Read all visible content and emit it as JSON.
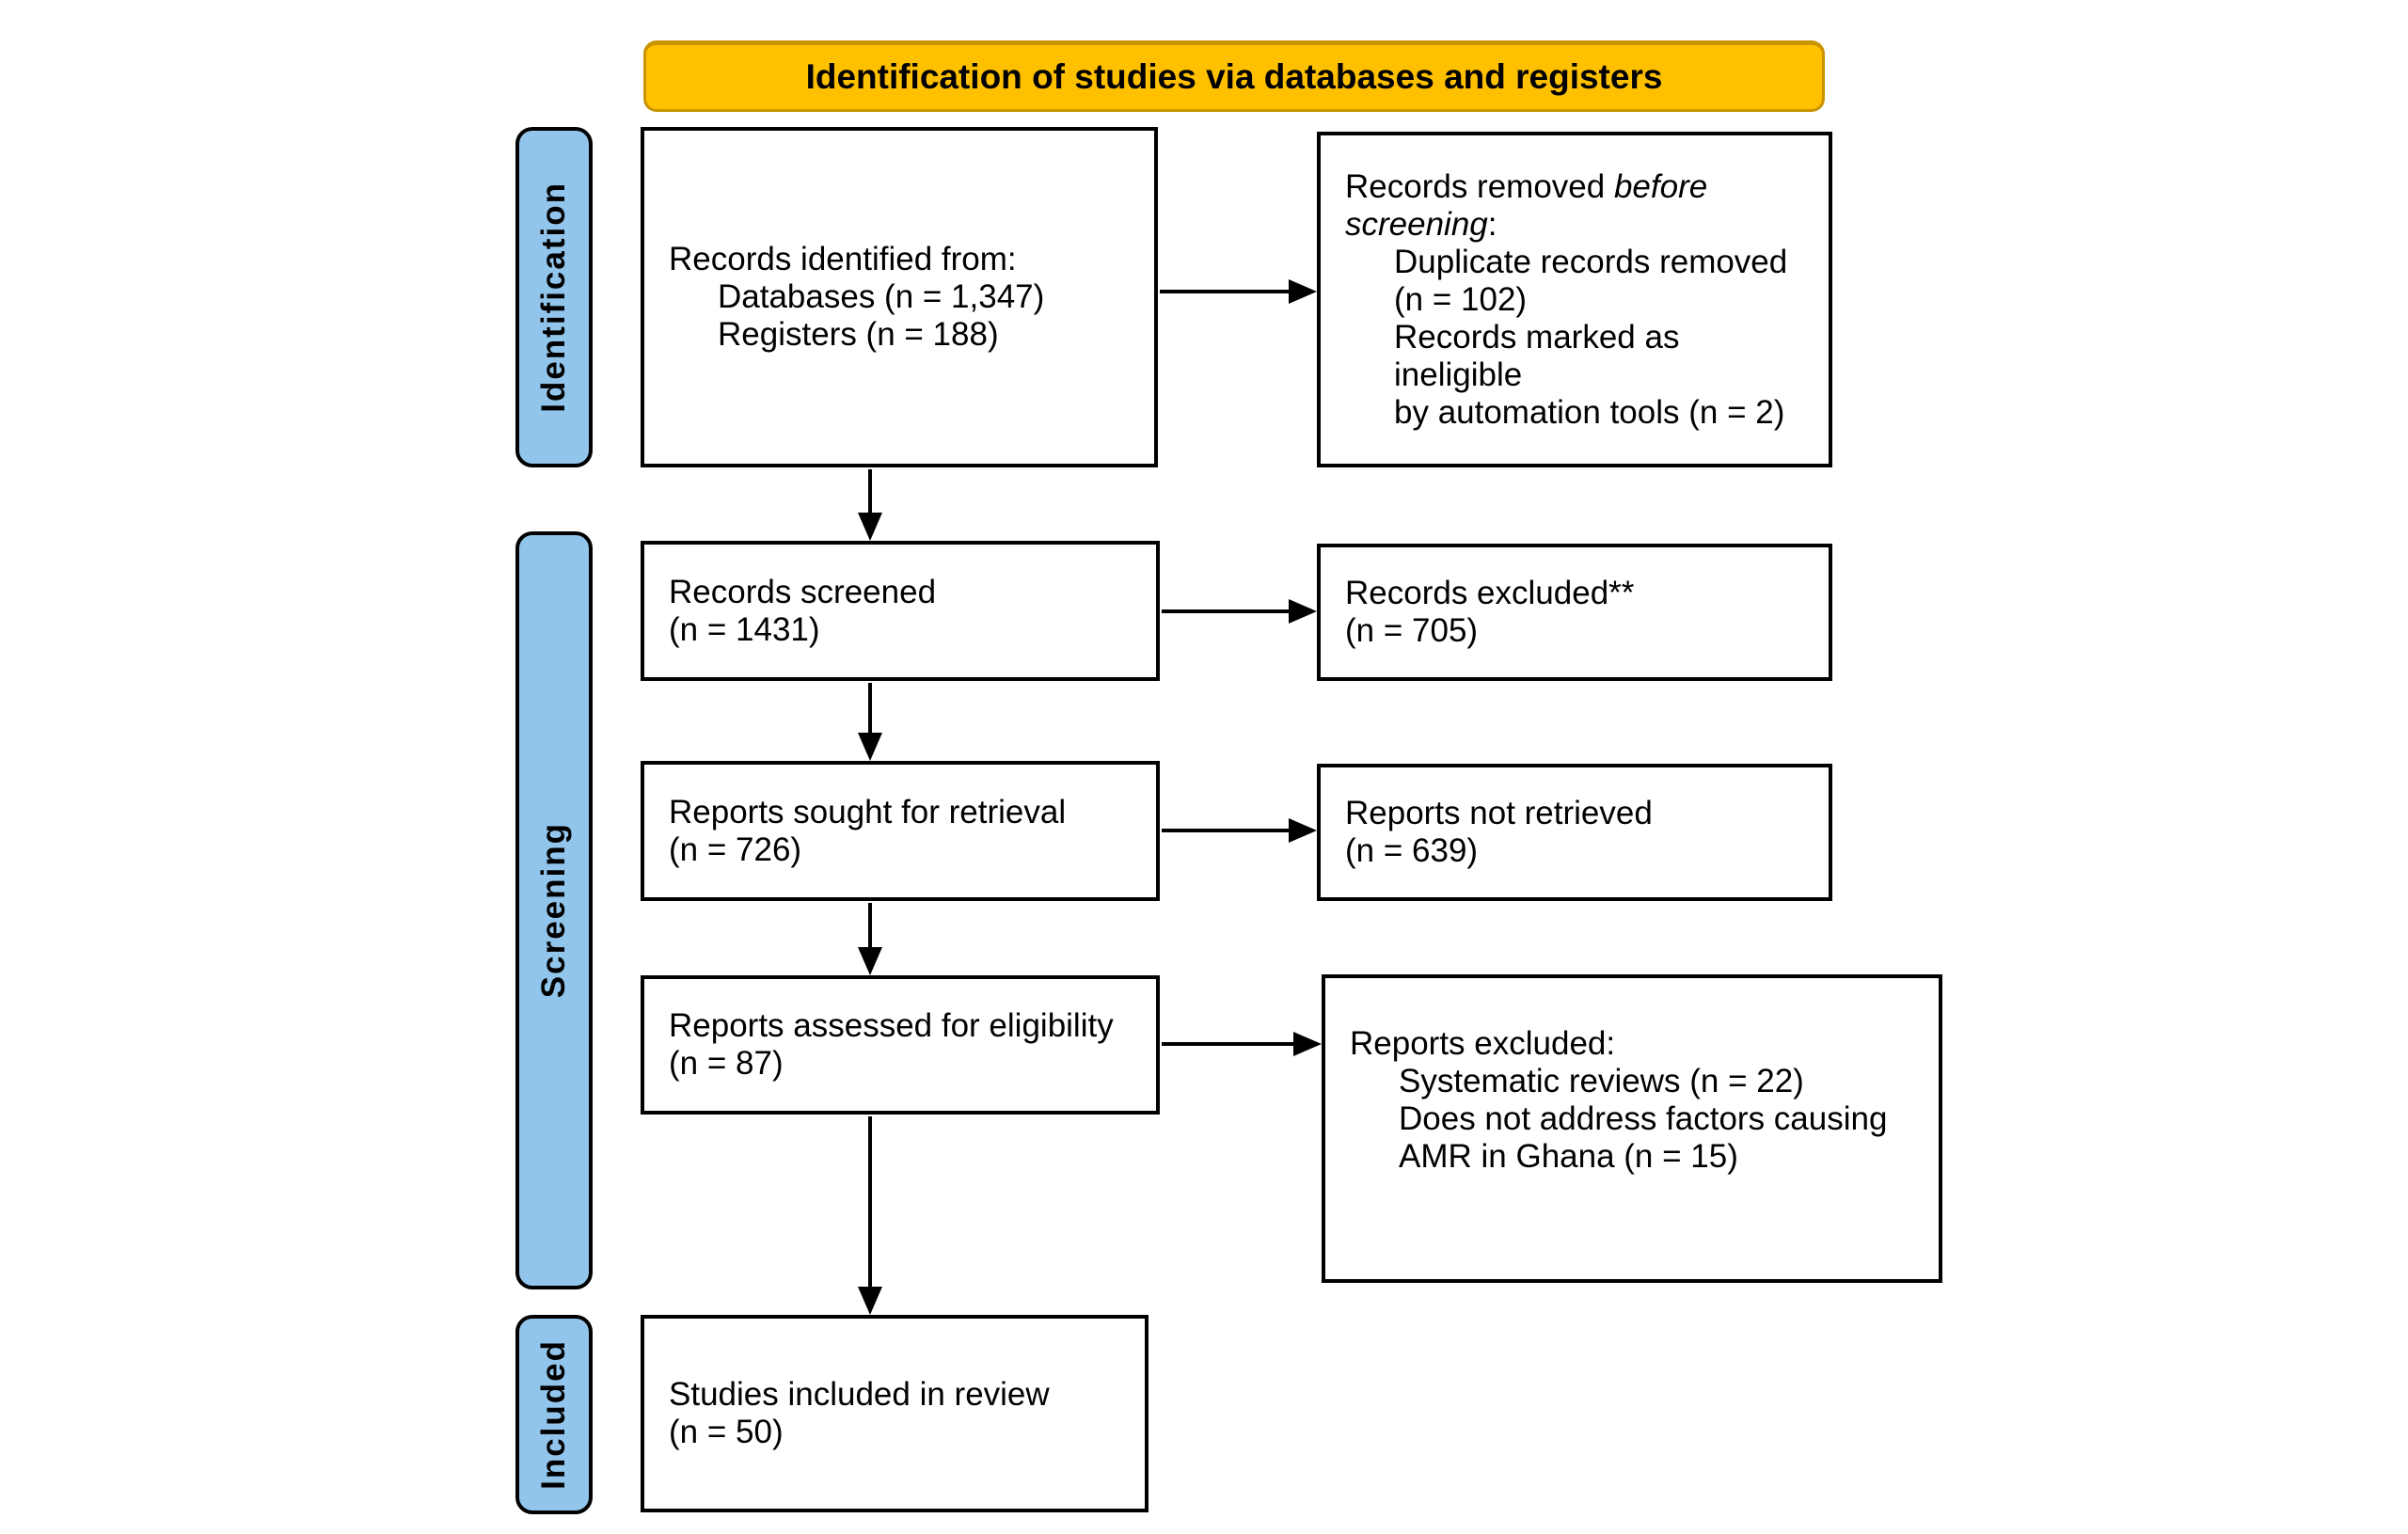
{
  "banner": {
    "title": "Identification of studies via databases and registers"
  },
  "stages": {
    "identification": "Identification",
    "screening": "Screening",
    "included": "Included"
  },
  "boxes": {
    "identified": {
      "title": "Records identified from:",
      "items": [
        "Databases (n = 1,347)",
        "Registers (n = 188)"
      ]
    },
    "removed": {
      "line1_normal": "Records removed ",
      "line1_italic": "before",
      "line2_italic": "screening",
      "line2_normal": ":",
      "items": [
        "Duplicate records removed",
        "(n = 102)",
        "Records marked as ineligible",
        "by automation tools (n = 2)"
      ]
    },
    "screened": {
      "line1": "Records screened",
      "line2": "(n = 1431)"
    },
    "excluded": {
      "line1": "Records excluded**",
      "line2": "(n = 705)"
    },
    "sought": {
      "line1": "Reports sought for retrieval",
      "line2": "(n = 726)"
    },
    "not_retrieved": {
      "line1": "Reports not retrieved",
      "line2": "(n = 639)"
    },
    "assessed": {
      "line1": "Reports assessed for eligibility",
      "line2": "(n = 87)"
    },
    "reports_excluded": {
      "title": "Reports excluded:",
      "items": [
        "Systematic reviews (n = 22)",
        "Does not address factors causing",
        "AMR in Ghana (n = 15)"
      ]
    },
    "included_studies": {
      "line1": "Studies included in review",
      "line2": "(n = 50)"
    }
  },
  "colors": {
    "banner_fill": "#FFC000",
    "banner_border": "#C99400",
    "stage_fill": "#92C5EB",
    "line_color": "#000000",
    "box_bg": "#FFFFFF",
    "text_color": "#000000",
    "page_bg": "#FFFFFF"
  }
}
